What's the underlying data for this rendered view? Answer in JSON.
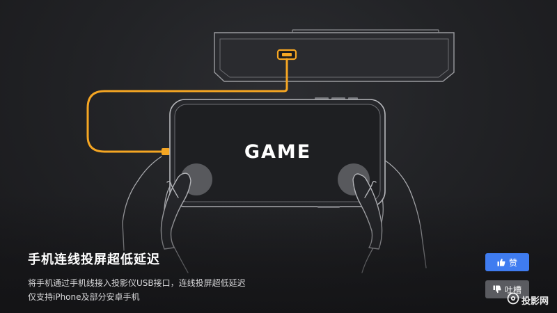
{
  "illustration": {
    "screen_text": "GAME",
    "cable_color": "#f5a623"
  },
  "caption": {
    "title": "手机连线投屏超低延迟",
    "line1": "将手机通过手机线接入投影仪USB接口，连线投屏超低延迟",
    "line2": "仅支持iPhone及部分安卓手机"
  },
  "actions": {
    "like_label": "赞",
    "dislike_label": "吐槽",
    "like_color": "#3f7cf0",
    "dislike_color": "#5a5b60"
  },
  "watermark": {
    "text": "投影网",
    "icon": "projector-logo-icon"
  }
}
